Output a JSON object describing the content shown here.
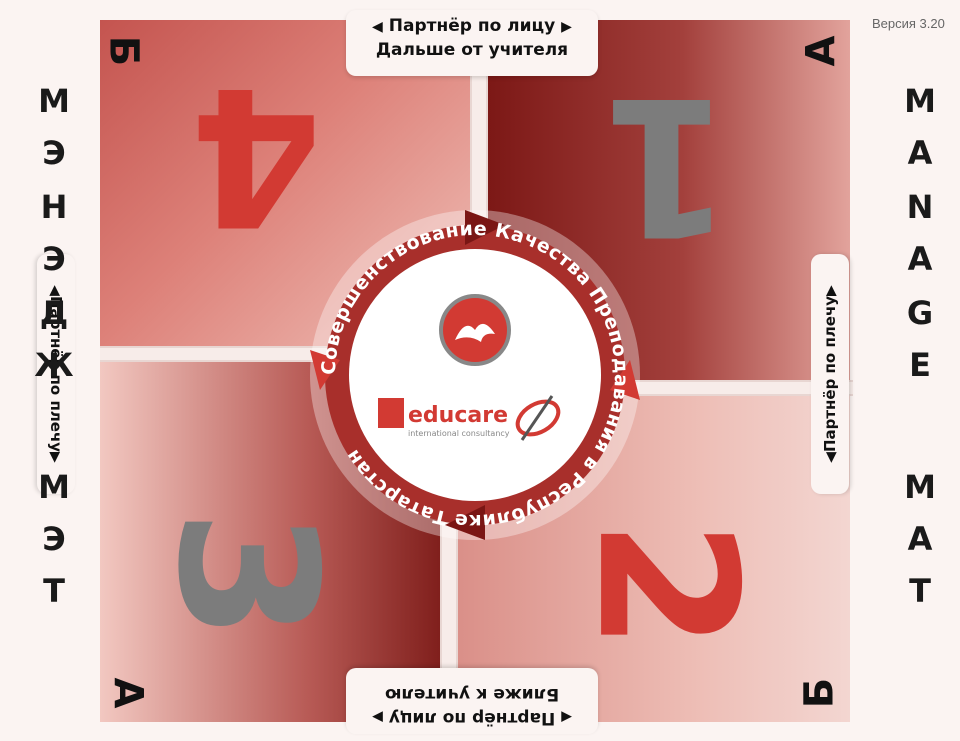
{
  "version": "Версия 3.20",
  "top_label": {
    "line1": "Партнёр по лицу",
    "line2": "Дальше от учителя"
  },
  "bottom_label": {
    "line1": "Партнёр по лицу",
    "line2": "Ближе к учителю"
  },
  "left_label": "Партнёр по плечу",
  "right_label": "Партнёр по плечу",
  "left_column": {
    "word1": [
      "М",
      "Э",
      "Н",
      "Э",
      "Д",
      "Ж"
    ],
    "word2": [
      "М",
      "Э",
      "Т"
    ]
  },
  "right_column": {
    "word1": [
      "M",
      "A",
      "N",
      "A",
      "G",
      "E"
    ],
    "word2": [
      "M",
      "A",
      "T"
    ]
  },
  "quadrants": {
    "q1": {
      "number": "1",
      "corner": "А"
    },
    "q2": {
      "number": "2",
      "corner": "Б"
    },
    "q3": {
      "number": "3",
      "corner": "А"
    },
    "q4": {
      "number": "4",
      "corner": "Б"
    }
  },
  "center": {
    "ring_text_top": "Совершенствование Качества Преподавания в Республике Татарстан",
    "logo_text": "educare",
    "logo_sub": "international consultancy"
  },
  "colors": {
    "accent": "#d23a33",
    "dark": "#7a1614",
    "grey": "#7c7c7c"
  }
}
